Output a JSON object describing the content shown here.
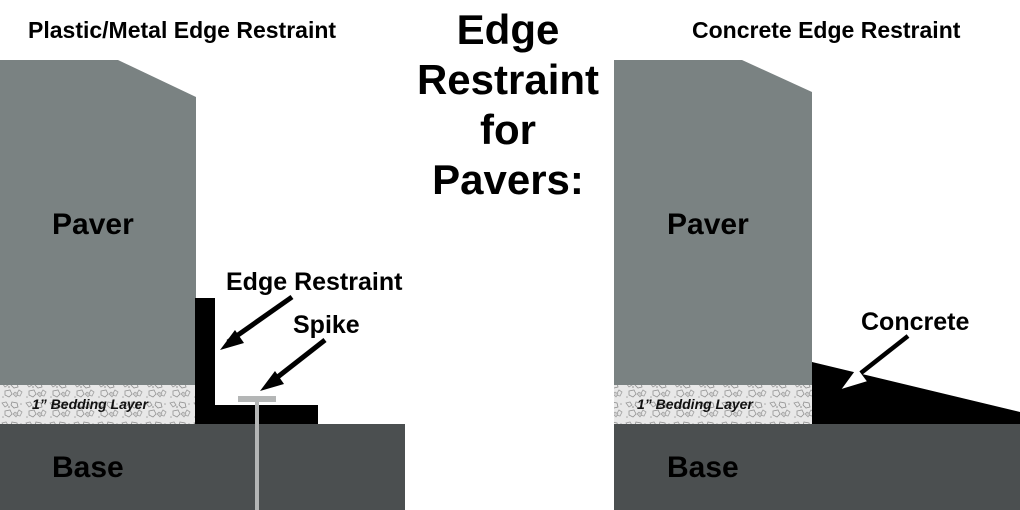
{
  "left_panel": {
    "title": "Plastic/Metal Edge Restraint",
    "paver_label": "Paver",
    "bedding_label": "1” Bedding Layer",
    "base_label": "Base",
    "edge_restraint_label": "Edge Restraint",
    "spike_label": "Spike"
  },
  "center": {
    "title_line1": "Edge",
    "title_line2": "Restraint",
    "title_line3": "for",
    "title_line4": "Pavers:"
  },
  "right_panel": {
    "title": "Concrete Edge Restraint",
    "paver_label": "Paver",
    "bedding_label": "1” Bedding Layer",
    "base_label": "Base",
    "concrete_label": "Concrete"
  },
  "colors": {
    "paver": "#7a8282",
    "base": "#4b4f50",
    "bedding": "#e6e6e6",
    "restraint": "#000000",
    "spike": "#b4b6b6",
    "background": "#ffffff"
  }
}
